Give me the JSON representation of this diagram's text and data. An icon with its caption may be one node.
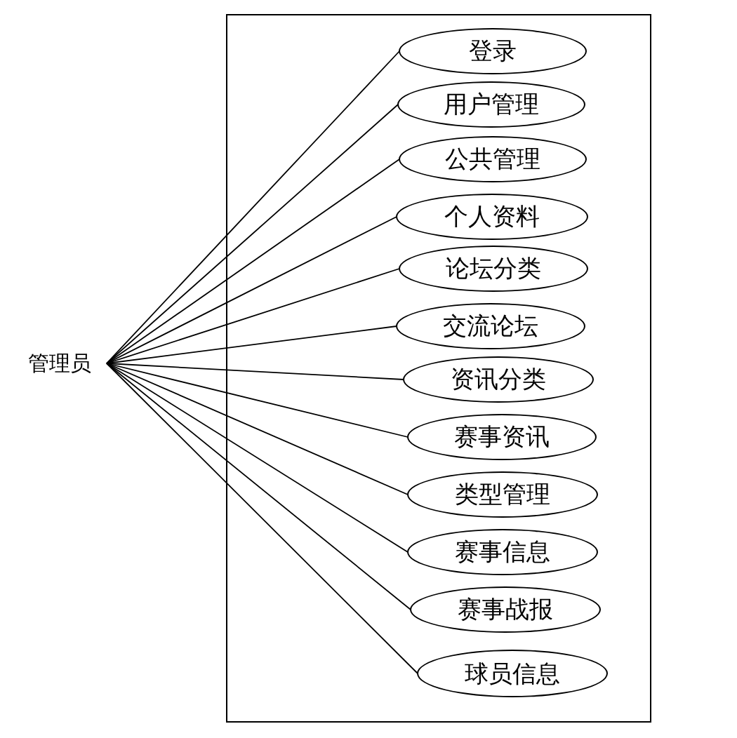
{
  "diagram": {
    "nodes": [
      {
        "text": [
          "管理员"
        ]
      },
      {
        "text": [],
        "shape": "box"
      },
      {
        "text": [
          "登录"
        ],
        "in": 1
      },
      {
        "text": [
          "用户管理"
        ],
        "in": 1
      },
      {
        "text": [
          "公共管理"
        ],
        "in": 1
      },
      {
        "text": [
          "个人资料"
        ],
        "in": 1
      },
      {
        "text": [
          "论坛分类"
        ],
        "in": 1
      },
      {
        "text": [
          "交流论坛"
        ],
        "in": 1
      },
      {
        "text": [
          "资讯分类"
        ],
        "in": 1
      },
      {
        "text": [
          "赛事资讯"
        ],
        "in": 1
      },
      {
        "text": [
          "类型管理"
        ],
        "in": 1
      },
      {
        "text": [
          "赛事信息"
        ],
        "in": 1
      },
      {
        "text": [
          "赛事战报"
        ],
        "in": 1
      },
      {
        "text": [
          "球员信息"
        ],
        "in": 1
      }
    ],
    "edges": [
      {
        "from": 0,
        "to": 2,
        "arrow": "none"
      },
      {
        "from": 0,
        "to": 3,
        "arrow": "none"
      },
      {
        "from": 0,
        "to": 4,
        "arrow": "none"
      },
      {
        "from": 0,
        "to": 5,
        "arrow": "none"
      },
      {
        "from": 0,
        "to": 6,
        "arrow": "none"
      },
      {
        "from": 0,
        "to": 7,
        "arrow": "none"
      },
      {
        "from": 0,
        "to": 8,
        "arrow": "none"
      },
      {
        "from": 0,
        "to": 9,
        "arrow": "none"
      },
      {
        "from": 0,
        "to": 10,
        "arrow": "none"
      },
      {
        "from": 0,
        "to": 11,
        "arrow": "none"
      },
      {
        "from": 0,
        "to": 12,
        "arrow": "none"
      },
      {
        "from": 0,
        "to": 13,
        "arrow": "none"
      }
    ]
  }
}
